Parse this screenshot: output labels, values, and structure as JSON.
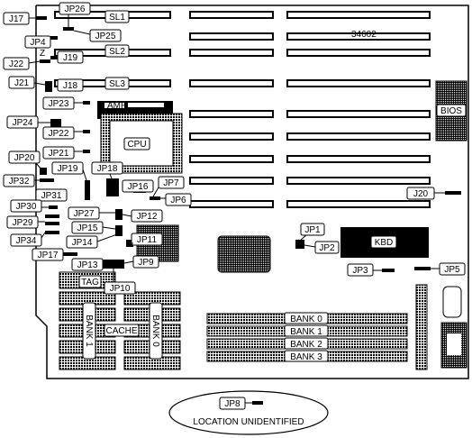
{
  "board": {
    "part_number": "34602",
    "slot_labels": [
      "SL1",
      "SL2",
      "SL3"
    ],
    "chips": {
      "cpu": "CPU",
      "amp": "AMP",
      "bios": "BIOS",
      "kbd": "KBD",
      "tag": "TAG",
      "cache": "CACHE",
      "bank_vertical_left": "BANK 1",
      "bank_vertical_right": "BANK 0"
    },
    "memory_banks": [
      "BANK 0",
      "BANK 1",
      "BANK 2",
      "BANK 3"
    ],
    "jumpers": [
      "J17",
      "JP26",
      "JP4",
      "JP25",
      "J22",
      "J19",
      "J21",
      "J18",
      "JP23",
      "JP24",
      "JP22",
      "JP21",
      "JP20",
      "JP19",
      "JP18",
      "JP32",
      "JP31",
      "JP30",
      "JP29",
      "JP34",
      "JP27",
      "JP16",
      "JP7",
      "JP6",
      "JP15",
      "JP12",
      "JP14",
      "JP11",
      "JP17",
      "JP13",
      "JP9",
      "JP10",
      "J20",
      "JP1",
      "JP2",
      "JP3",
      "JP5",
      "JP8"
    ],
    "unidentified_label": "LOCATION UNIDENTIFIED",
    "misc_mark": "Z"
  }
}
